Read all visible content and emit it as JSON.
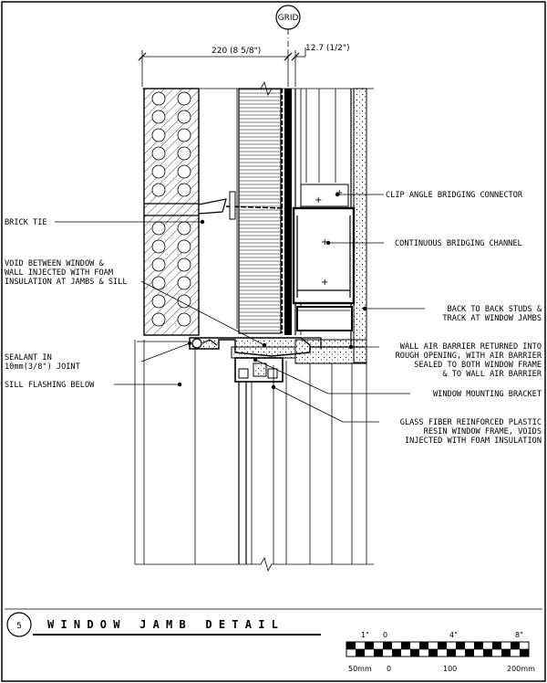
{
  "grid_label": "GRID",
  "dimensions": {
    "wall_width": "220 (8 5/8\")",
    "offset": "12.7 (1/2\")"
  },
  "callouts": {
    "brick_tie": "BRICK TIE",
    "void_1": "VOID BETWEEN WINDOW &",
    "void_2": "WALL INJECTED WITH FOAM",
    "void_3": "INSULATION AT JAMBS & SILL",
    "sealant_1": "SEALANT IN",
    "sealant_2": "10mm(3/8\") JOINT",
    "sill_flashing": "SILL FLASHING BELOW",
    "clip_angle": "CLIP ANGLE BRIDGING CONNECTOR",
    "channel": "CONTINUOUS BRIDGING CHANNEL",
    "studs_1": "BACK TO BACK STUDS &",
    "studs_2": "TRACK AT WINDOW JAMBS",
    "barrier_1": "WALL AIR BARRIER RETURNED INTO",
    "barrier_2": "ROUGH OPENING, WITH AIR BARRIER",
    "barrier_3": "SEALED TO BOTH WINDOW FRAME",
    "barrier_4": "& TO WALL AIR BARRIER",
    "bracket": "WINDOW MOUNTING BRACKET",
    "frame_1": "GLASS FIBER REINFORCED PLASTIC",
    "frame_2": "RESIN WINDOW FRAME, VOIDS",
    "frame_3": "INJECTED WITH FOAM INSULATION"
  },
  "detail": {
    "number": "5",
    "title": "W I N D O W   J A M B   D E T A I L"
  },
  "scale_bar": {
    "imperial": {
      "unit": "1\"",
      "zero": "0",
      "mid": "4\"",
      "end": "8\""
    },
    "metric": {
      "unit": "50mm",
      "zero": "0",
      "mid": "100",
      "end": "200mm"
    }
  }
}
